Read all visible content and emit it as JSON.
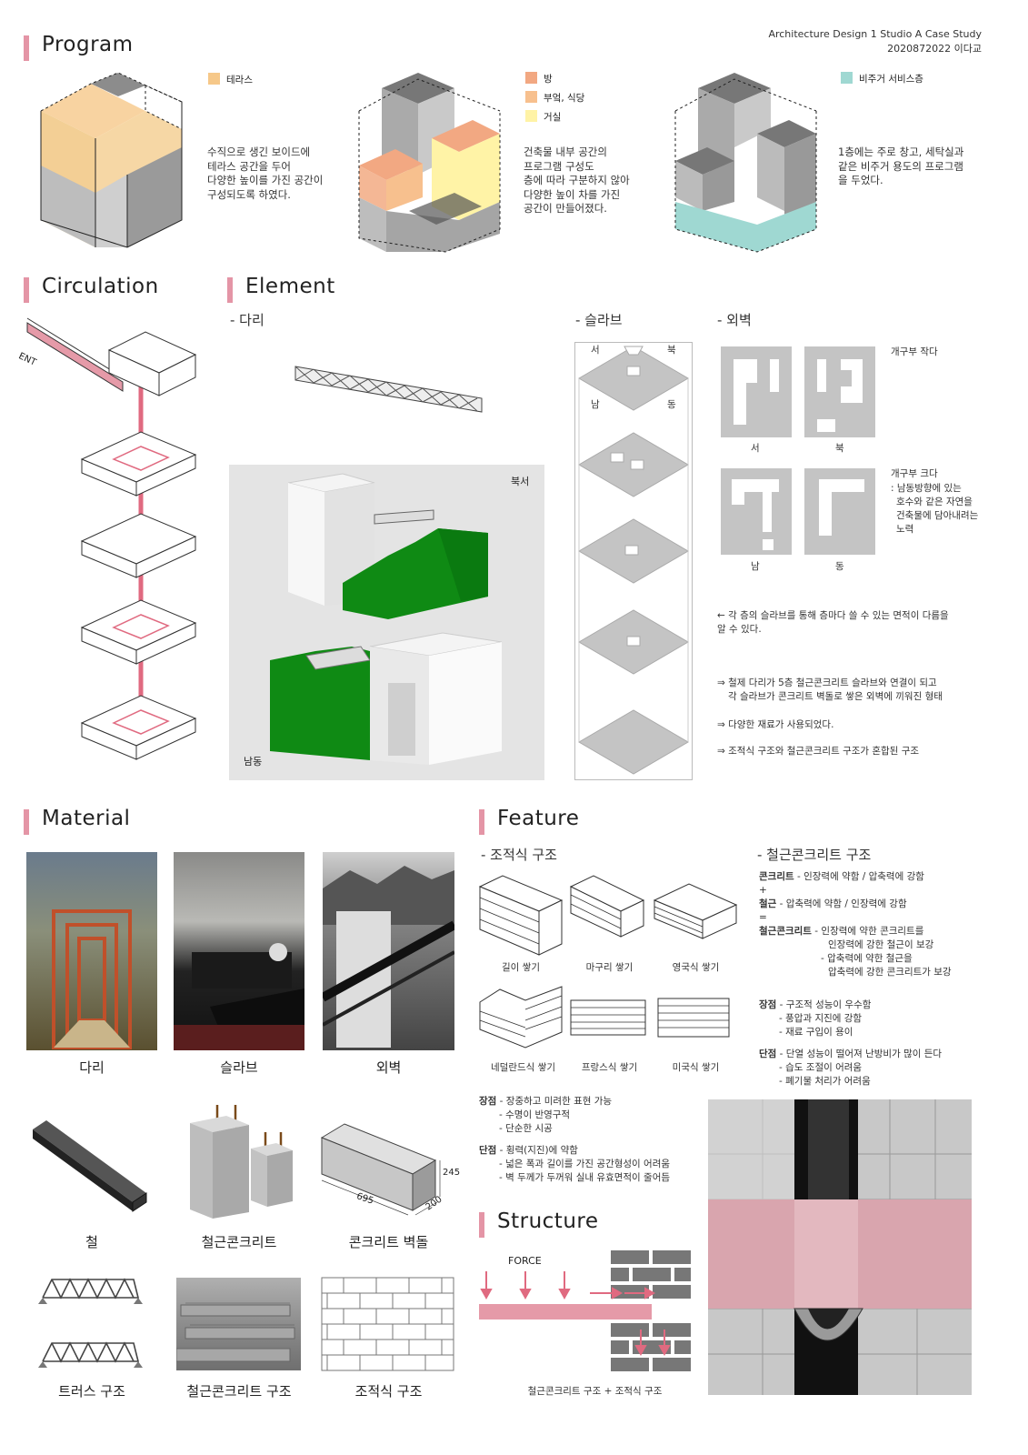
{
  "header": {
    "course": "Architecture Design 1 Studio A Case Study",
    "student": "2020872022 이다교"
  },
  "program": {
    "title": "Program",
    "items": [
      {
        "legend": [
          {
            "label": "테라스",
            "color": "#f6c889"
          }
        ],
        "text": [
          "수직으로 생긴 보이드에",
          "테라스 공간을 두어",
          "다양한 높이를 가진 공간이",
          "구성되도록 하였다."
        ]
      },
      {
        "legend": [
          {
            "label": "방",
            "color": "#f2a882"
          },
          {
            "label": "부엌, 식당",
            "color": "#f7c08e"
          },
          {
            "label": "거실",
            "color": "#fff3a6"
          }
        ],
        "text": [
          "건축물 내부 공간의",
          "프로그램 구성도",
          "층에 따라 구분하지 않아",
          "다양한 높이 차를 가진",
          "공간이 만들어졌다."
        ]
      },
      {
        "legend": [
          {
            "label": "비주거 서비스층",
            "color": "#9fd8d2"
          }
        ],
        "text": [
          "1층에는 주로 창고, 세탁실과",
          "같은 비주거 용도의 프로그램",
          "을 두었다."
        ]
      }
    ]
  },
  "circulation": {
    "title": "Circulation",
    "ent": "ENT"
  },
  "element": {
    "title": "Element",
    "bridge": "- 다리",
    "slab": "- 슬라브",
    "wall": "- 외벽",
    "render_top": "북서",
    "render_bottom": "남동",
    "slab_dirs": {
      "w": "서",
      "n": "북",
      "s": "남",
      "e": "동"
    },
    "wall_small": "개구부 작다",
    "wall_large": "개구부 크다",
    "wall_large_desc": [
      ": 남동방향에 있는",
      "호수와 같은 자연을",
      "건축물에 담아내려는",
      "노력"
    ],
    "wall_labels": [
      "서",
      "북",
      "남",
      "동"
    ],
    "notes": [
      [
        "← 각 층의 슬라브를 통해 층마다 쓸 수 있는 면적이 다름을",
        "알 수 있다."
      ],
      [
        "⇒ 철제 다리가 5층 철근콘크리트 슬라브와 연결이 되고",
        "각 슬라브가 콘크리트 벽돌로 쌓은 외벽에 끼워진 형태"
      ],
      [
        "⇒ 다양한 재료가 사용되었다."
      ],
      [
        "⇒ 조적식 구조와 철근콘크리트 구조가 혼합된 구조"
      ]
    ]
  },
  "material": {
    "title": "Material",
    "photos": [
      "다리",
      "슬라브",
      "외벽"
    ],
    "row2": [
      "철",
      "철근콘크리트",
      "콘크리트 벽돌"
    ],
    "row3": [
      "트러스 구조",
      "철근콘크리트 구조",
      "조적식 구조"
    ],
    "dims": {
      "h": "245",
      "l": "695",
      "w": "200"
    }
  },
  "feature": {
    "title": "Feature",
    "masonry_title": "- 조적식 구조",
    "bonds": [
      "길이 쌓기",
      "마구리 쌓기",
      "영국식 쌓기",
      "네덜란드식 쌓기",
      "프랑스식 쌓기",
      "미국식 쌓기"
    ],
    "masonry_pros_label": "장점",
    "masonry_pros": [
      "- 장중하고 미려한 표현 가능",
      "- 수명이 반영구적",
      "- 단순한 시공"
    ],
    "masonry_cons_label": "단점",
    "masonry_cons": [
      "- 횡력(지진)에 약함",
      "- 넓은 폭과 길이를 가진 공간형성이 어려움",
      "- 벽 두께가 두꺼워 실내 유효면적이 줄어듬"
    ],
    "rc_title": "- 철근콘크리트 구조",
    "rc_lines": [
      {
        "b": "콘크리트",
        "t": " - 인장력에 약함 / 압축력에 강함"
      },
      {
        "b": "",
        "t": "+"
      },
      {
        "b": "철근",
        "t": " - 압축력에 약함 / 인장력에 강함"
      },
      {
        "b": "",
        "t": "="
      },
      {
        "b": "철근콘크리트",
        "t": " - 인장력에 약한 콘크리트를"
      }
    ],
    "rc_more": [
      "인장력에 강한 철근이 보강",
      "- 압축력에 약한 철근을",
      "압축력에 강한 콘크리트가 보강"
    ],
    "rc_pros_label": "장점",
    "rc_pros": [
      "- 구조적 성능이 우수함",
      "- 풍압과 지진에 강함",
      "- 재료 구입이 용이"
    ],
    "rc_cons_label": "단점",
    "rc_cons": [
      "- 단열 성능이 떨어져 난방비가 많이 든다",
      "- 습도 조절이 어려움",
      "- 폐기물 처리가 어려움"
    ]
  },
  "structure": {
    "title": "Structure",
    "force": "FORCE",
    "caption": "철근콘크리트 구조 + 조적식 구조"
  }
}
